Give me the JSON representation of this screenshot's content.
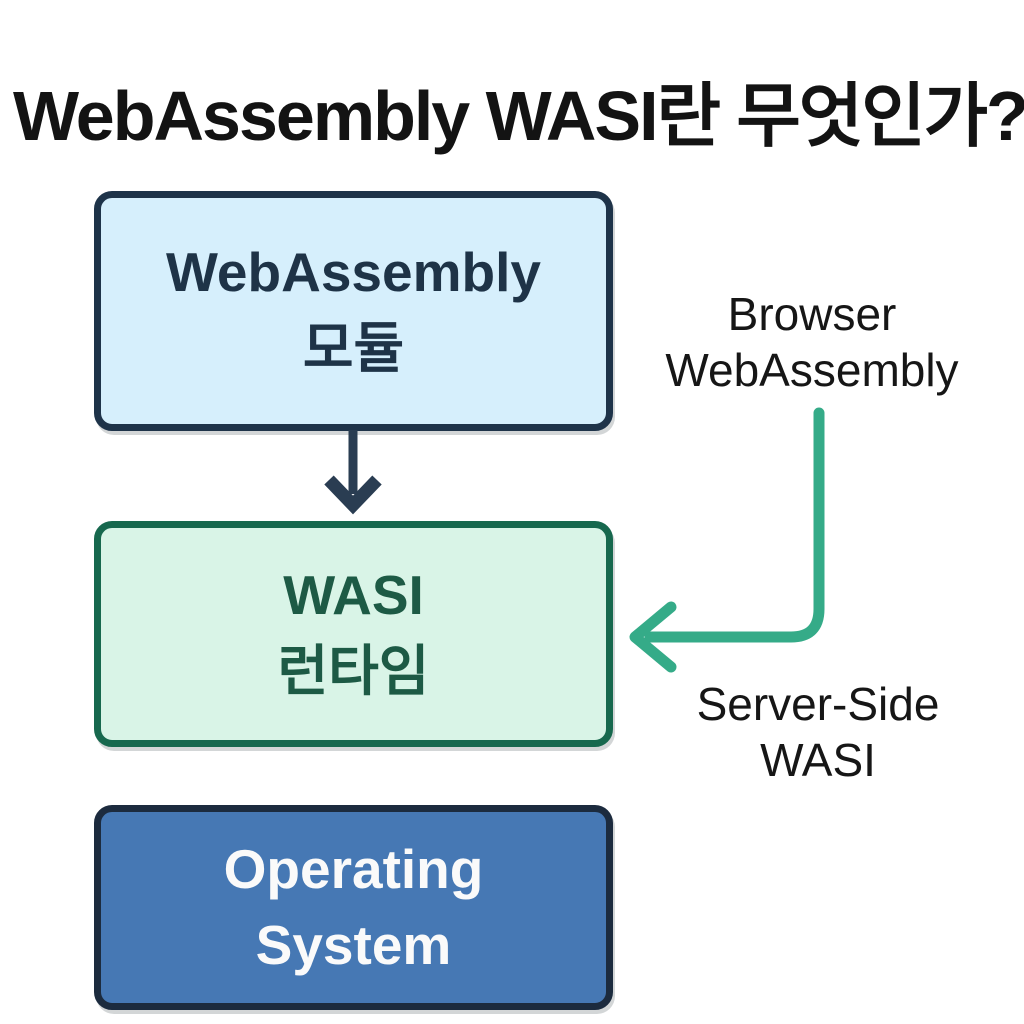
{
  "title": "WebAssembly WASI란 무엇인가?",
  "boxes": {
    "module": {
      "line1": "WebAssembly",
      "line2": "모듈",
      "fill": "#d6effc",
      "border": "#1e3349",
      "text_color": "#1e3347"
    },
    "wasi": {
      "line1": "WASI",
      "line2": "런타임",
      "fill": "#d9f4e7",
      "border": "#17684e",
      "text_color": "#1d5a45"
    },
    "os": {
      "line1": "Operating",
      "line2": "System",
      "fill": "#4678b4",
      "border": "#1c2b3e",
      "text_color": "#fafafa"
    }
  },
  "labels": {
    "browser": {
      "line1": "Browser",
      "line2": "WebAssembly"
    },
    "server": {
      "line1": "Server-Side",
      "line2": "WASI"
    }
  },
  "arrows": {
    "module_to_wasi": {
      "description": "down-arrow from WebAssembly module box to WASI runtime box",
      "color": "#2a3d52"
    },
    "browser_to_wasi": {
      "description": "elbow arrow from Browser WebAssembly label pointing left into WASI runtime box",
      "color": "#35ab88"
    }
  }
}
